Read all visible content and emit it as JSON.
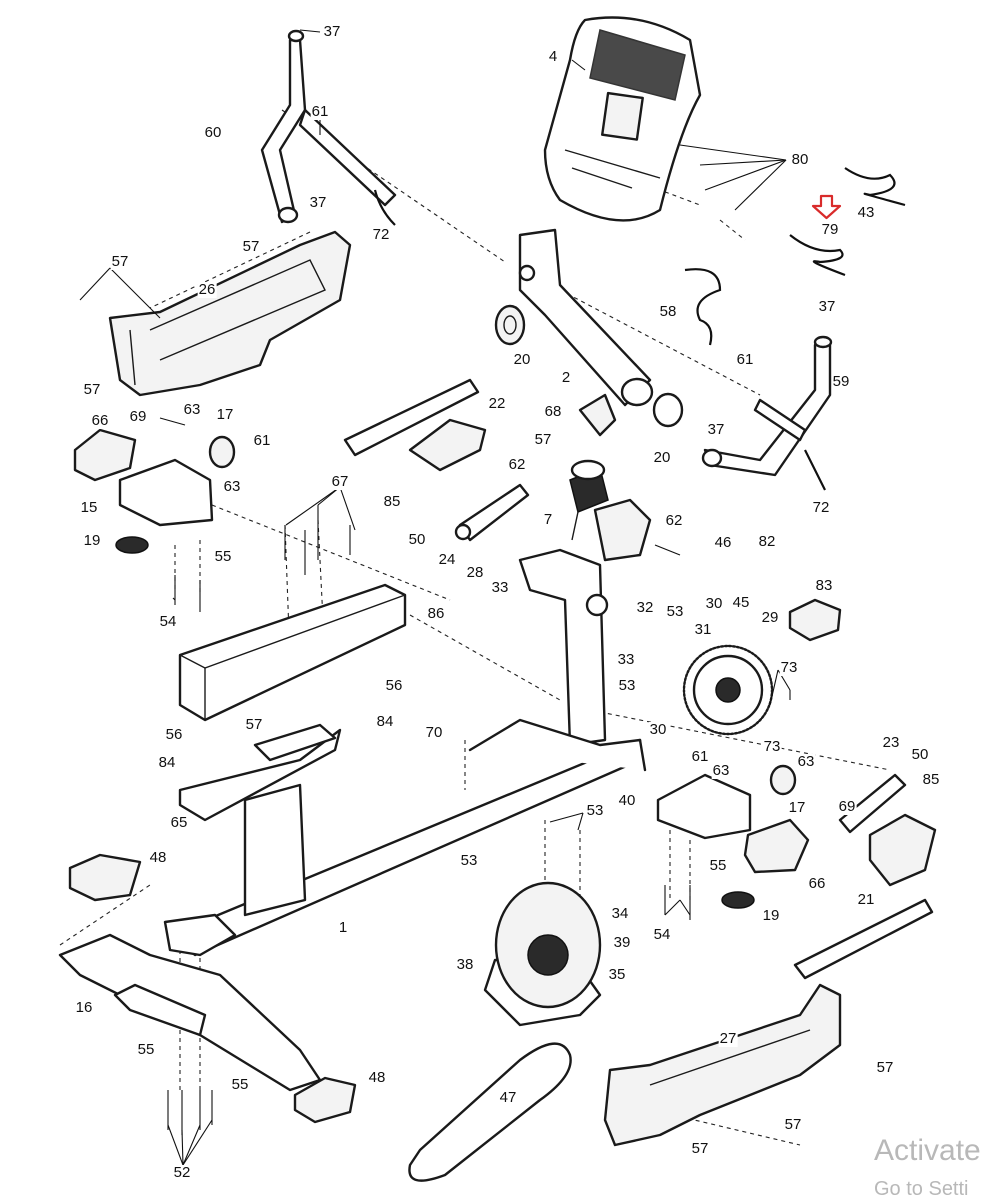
{
  "part_labels": [
    {
      "id": "p37a",
      "num": "37"
    },
    {
      "id": "p61a",
      "num": "61"
    },
    {
      "id": "p60",
      "num": "60"
    },
    {
      "id": "p37b",
      "num": "37"
    },
    {
      "id": "p72a",
      "num": "72"
    },
    {
      "id": "p57a",
      "num": "57"
    },
    {
      "id": "p57b",
      "num": "57"
    },
    {
      "id": "p26",
      "num": "26"
    },
    {
      "id": "p57c",
      "num": "57"
    },
    {
      "id": "p4",
      "num": "4"
    },
    {
      "id": "p80",
      "num": "80"
    },
    {
      "id": "p43",
      "num": "43"
    },
    {
      "id": "p79",
      "num": "79"
    },
    {
      "id": "p58",
      "num": "58"
    },
    {
      "id": "p20a",
      "num": "20"
    },
    {
      "id": "p2",
      "num": "2"
    },
    {
      "id": "p37c",
      "num": "37"
    },
    {
      "id": "p61b",
      "num": "61"
    },
    {
      "id": "p59",
      "num": "59"
    },
    {
      "id": "p22",
      "num": "22"
    },
    {
      "id": "p68",
      "num": "68"
    },
    {
      "id": "p57d",
      "num": "57"
    },
    {
      "id": "p20b",
      "num": "20"
    },
    {
      "id": "p37d",
      "num": "37"
    },
    {
      "id": "p72b",
      "num": "72"
    },
    {
      "id": "p66a",
      "num": "66"
    },
    {
      "id": "p69a",
      "num": "69"
    },
    {
      "id": "p63a",
      "num": "63"
    },
    {
      "id": "p17a",
      "num": "17"
    },
    {
      "id": "p61c",
      "num": "61"
    },
    {
      "id": "p63b",
      "num": "63"
    },
    {
      "id": "p15",
      "num": "15"
    },
    {
      "id": "p67",
      "num": "67"
    },
    {
      "id": "p62a",
      "num": "62"
    },
    {
      "id": "p85a",
      "num": "85"
    },
    {
      "id": "p7",
      "num": "7"
    },
    {
      "id": "p50a",
      "num": "50"
    },
    {
      "id": "p24",
      "num": "24"
    },
    {
      "id": "p28",
      "num": "28"
    },
    {
      "id": "p33a",
      "num": "33"
    },
    {
      "id": "p62b",
      "num": "62"
    },
    {
      "id": "p46",
      "num": "46"
    },
    {
      "id": "p82",
      "num": "82"
    },
    {
      "id": "p45",
      "num": "45"
    },
    {
      "id": "p19a",
      "num": "19"
    },
    {
      "id": "p55a",
      "num": "55"
    },
    {
      "id": "p54a",
      "num": "54"
    },
    {
      "id": "p86",
      "num": "86"
    },
    {
      "id": "p30a",
      "num": "30"
    },
    {
      "id": "p32",
      "num": "32"
    },
    {
      "id": "p53a",
      "num": "53"
    },
    {
      "id": "p31",
      "num": "31"
    },
    {
      "id": "p29",
      "num": "29"
    },
    {
      "id": "p83",
      "num": "83"
    },
    {
      "id": "p33b",
      "num": "33"
    },
    {
      "id": "p53b",
      "num": "53"
    },
    {
      "id": "p73a",
      "num": "73"
    },
    {
      "id": "p56a",
      "num": "56"
    },
    {
      "id": "p84a",
      "num": "84"
    },
    {
      "id": "p57e",
      "num": "57"
    },
    {
      "id": "p56b",
      "num": "56"
    },
    {
      "id": "p70",
      "num": "70"
    },
    {
      "id": "p30b",
      "num": "30"
    },
    {
      "id": "p73b",
      "num": "73"
    },
    {
      "id": "p84b",
      "num": "84"
    },
    {
      "id": "p61d",
      "num": "61"
    },
    {
      "id": "p63c",
      "num": "63"
    },
    {
      "id": "p63d",
      "num": "63"
    },
    {
      "id": "p23",
      "num": "23"
    },
    {
      "id": "p50b",
      "num": "50"
    },
    {
      "id": "p85b",
      "num": "85"
    },
    {
      "id": "p65",
      "num": "65"
    },
    {
      "id": "p40",
      "num": "40"
    },
    {
      "id": "p17b",
      "num": "17"
    },
    {
      "id": "p69b",
      "num": "69"
    },
    {
      "id": "p53c",
      "num": "53"
    },
    {
      "id": "p53d",
      "num": "53"
    },
    {
      "id": "p48a",
      "num": "48"
    },
    {
      "id": "p55b",
      "num": "55"
    },
    {
      "id": "p66b",
      "num": "66"
    },
    {
      "id": "p34",
      "num": "34"
    },
    {
      "id": "p39",
      "num": "39"
    },
    {
      "id": "p1",
      "num": "1"
    },
    {
      "id": "p19b",
      "num": "19"
    },
    {
      "id": "p21",
      "num": "21"
    },
    {
      "id": "p54b",
      "num": "54"
    },
    {
      "id": "p38",
      "num": "38"
    },
    {
      "id": "p35",
      "num": "35"
    },
    {
      "id": "p16",
      "num": "16"
    },
    {
      "id": "p27",
      "num": "27"
    },
    {
      "id": "p57f",
      "num": "57"
    },
    {
      "id": "p55c",
      "num": "55"
    },
    {
      "id": "p55d",
      "num": "55"
    },
    {
      "id": "p48b",
      "num": "48"
    },
    {
      "id": "p47",
      "num": "47"
    },
    {
      "id": "p57g",
      "num": "57"
    },
    {
      "id": "p57h",
      "num": "57"
    },
    {
      "id": "p52",
      "num": "52"
    }
  ],
  "highlight": {
    "target": "79",
    "color": "#d92b2b"
  },
  "colors": {
    "ink": "#1a1a1a",
    "paper": "#ffffff",
    "watermark": "#b8b8b8"
  },
  "watermark": {
    "line1": "Activate",
    "line2": "Go to Setti"
  }
}
